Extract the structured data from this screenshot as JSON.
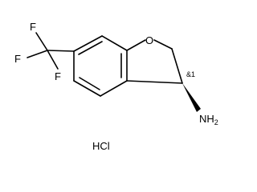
{
  "molecule": {
    "atoms": {
      "f_top": "F",
      "f_left": "F",
      "f_bottom": "F",
      "oxygen": "O",
      "amine": "NH",
      "amine_subscript": "2",
      "stereo_descriptor": "&1"
    },
    "salt": "HCl"
  }
}
